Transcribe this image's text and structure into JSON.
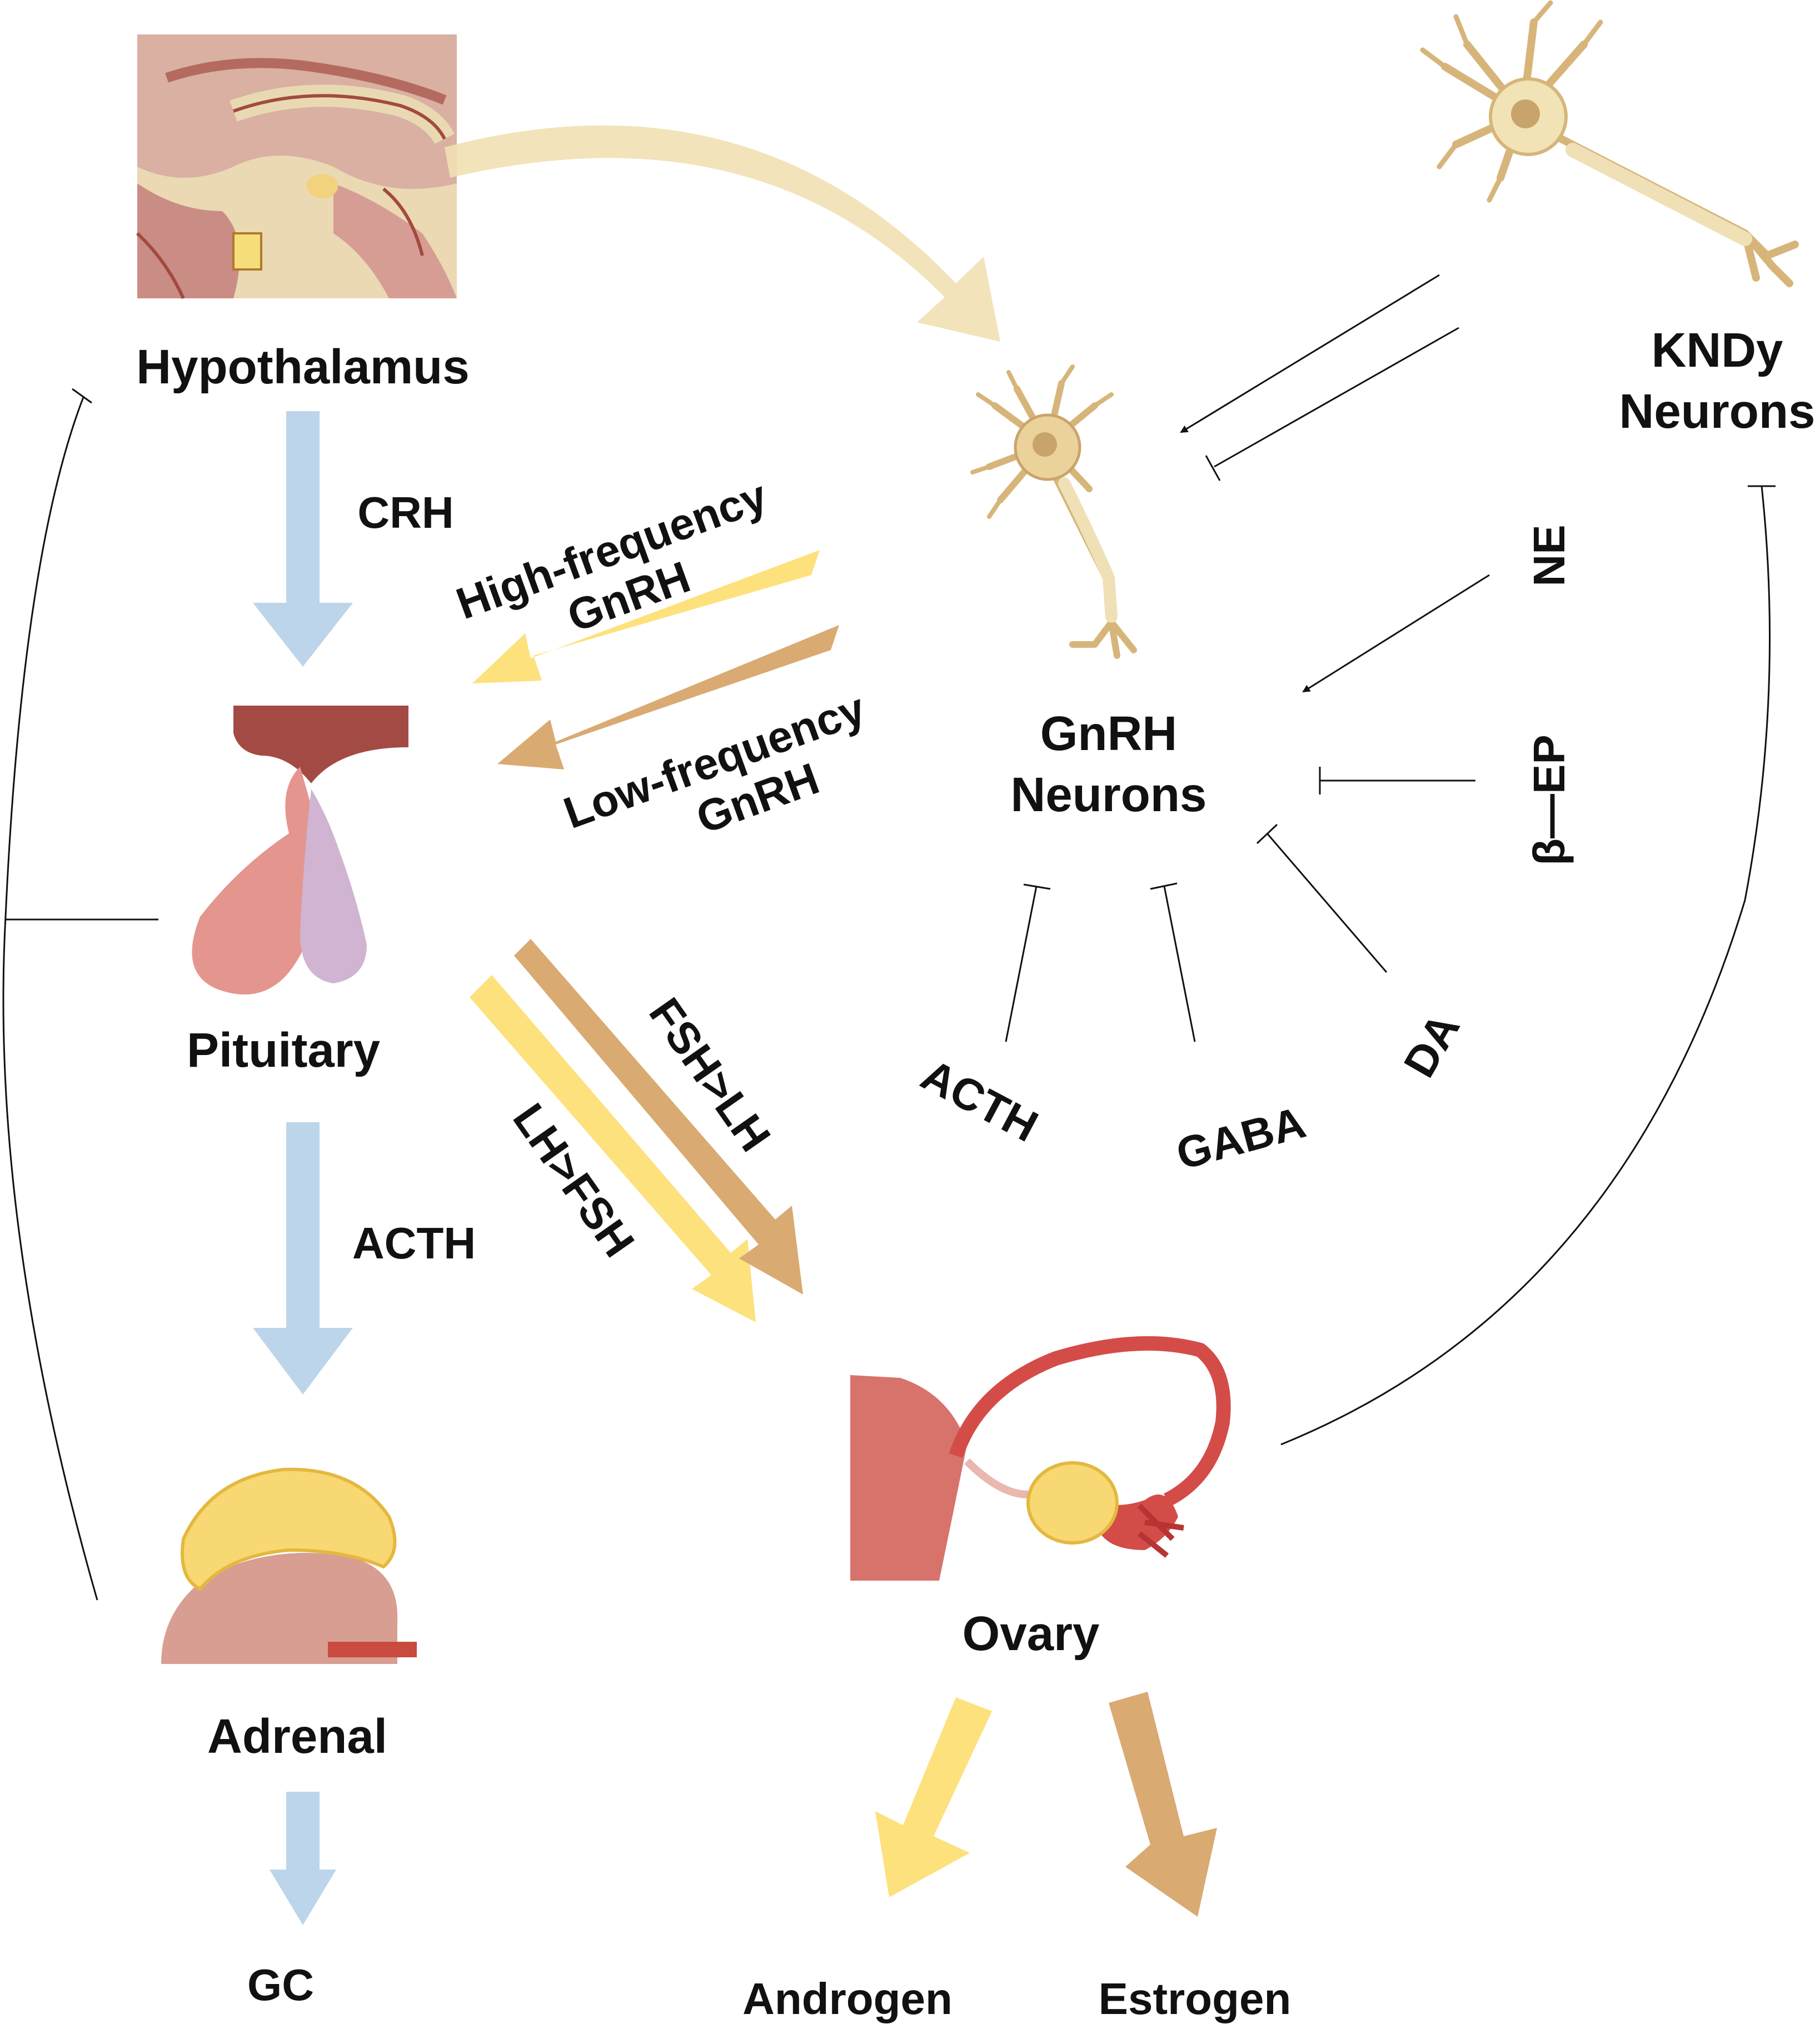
{
  "organs": {
    "hypothalamus": "Hypothalamus",
    "pituitary": "Pituitary",
    "adrenal": "Adrenal",
    "ovary": "Ovary",
    "gnrh_neurons_line1": "GnRH",
    "gnrh_neurons_line2": "Neurons",
    "kndy_line1": "KNDy",
    "kndy_line2": "Neurons"
  },
  "hormones": {
    "crh": "CRH",
    "acth_pituitary": "ACTH",
    "gc": "GC",
    "high_freq_line1": "High-frequency",
    "high_freq_line2": "GnRH",
    "low_freq_line1": "Low-frequency",
    "low_freq_line2": "GnRH",
    "fsh_gt_lh": "FSH>LH",
    "lh_gt_fsh": "LH>FSH",
    "androgen": "Androgen",
    "estrogen": "Estrogen"
  },
  "modulators": {
    "ne": "NE",
    "beta_ep": "β—EP",
    "acth": "ACTH",
    "gaba": "GABA",
    "da": "DA"
  },
  "colors": {
    "blue_arrow": "#bcd5ea",
    "yellow_arrow": "#fde17c",
    "tan_arrow": "#d9aa72",
    "line": "#111111"
  }
}
